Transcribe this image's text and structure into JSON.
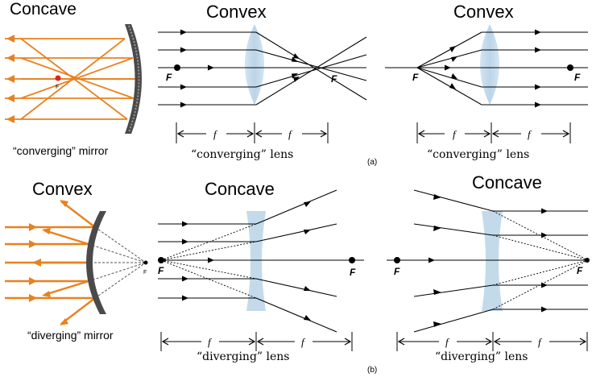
{
  "colors": {
    "ray": "#000000",
    "orange": "#E8811E",
    "orange_dark": "#D46A10",
    "red_focus": "#E0231B",
    "lens_fill": "#BCD6E8",
    "mirror_dark": "#3A3A3A",
    "mirror_light": "#9A9A9A"
  },
  "panel_a": {
    "mirror": {
      "title": "Concave",
      "caption": "“converging” mirror",
      "focus_label": "F"
    },
    "lens_left": {
      "title": "Convex",
      "focus_label": "F",
      "focus_label_right": "F",
      "dist_left": "f",
      "dist_right": "f",
      "caption": "“converging” lens"
    },
    "lens_right": {
      "title": "Convex",
      "focus_label": "F",
      "focus_label_right": "F",
      "dist_left": "f",
      "dist_right": "f",
      "caption": "“converging”  lens"
    },
    "marker": "(a)"
  },
  "panel_b": {
    "mirror": {
      "title": "Convex",
      "caption": "“diverging” mirror",
      "focus_label": "F"
    },
    "lens_left": {
      "title": "Concave",
      "focus_label": "F",
      "focus_label_right": "F",
      "dist_left": "f",
      "dist_right": "f",
      "caption": "“diverging”  lens"
    },
    "lens_right": {
      "title": "Concave",
      "focus_label": "F",
      "focus_label_right": "F",
      "dist_left": "f",
      "dist_right": "f",
      "caption": "“diverging”  lens"
    },
    "marker": "(b)"
  }
}
